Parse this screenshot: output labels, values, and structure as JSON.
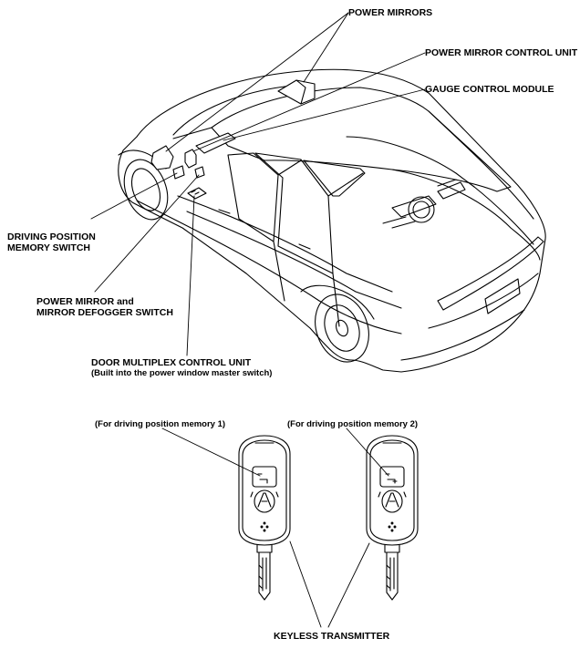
{
  "labels": {
    "power_mirrors": "POWER MIRRORS",
    "power_mirror_control_unit": "POWER MIRROR CONTROL UNIT",
    "gauge_control_module": "GAUGE CONTROL MODULE",
    "driving_position_memory_switch_1": "DRIVING POSITION",
    "driving_position_memory_switch_2": "MEMORY SWITCH",
    "power_mirror_switch_1": "POWER MIRROR and",
    "power_mirror_switch_2": "MIRROR DEFOGGER SWITCH",
    "door_multiplex_1": "DOOR MULTIPLEX CONTROL UNIT",
    "door_multiplex_2": "(Built into the power window master switch)",
    "memory_1": "(For driving position memory 1)",
    "memory_2": "(For driving position memory 2)",
    "keyless_transmitter": "KEYLESS TRANSMITTER"
  },
  "colors": {
    "line": "#000000",
    "background": "#ffffff"
  }
}
